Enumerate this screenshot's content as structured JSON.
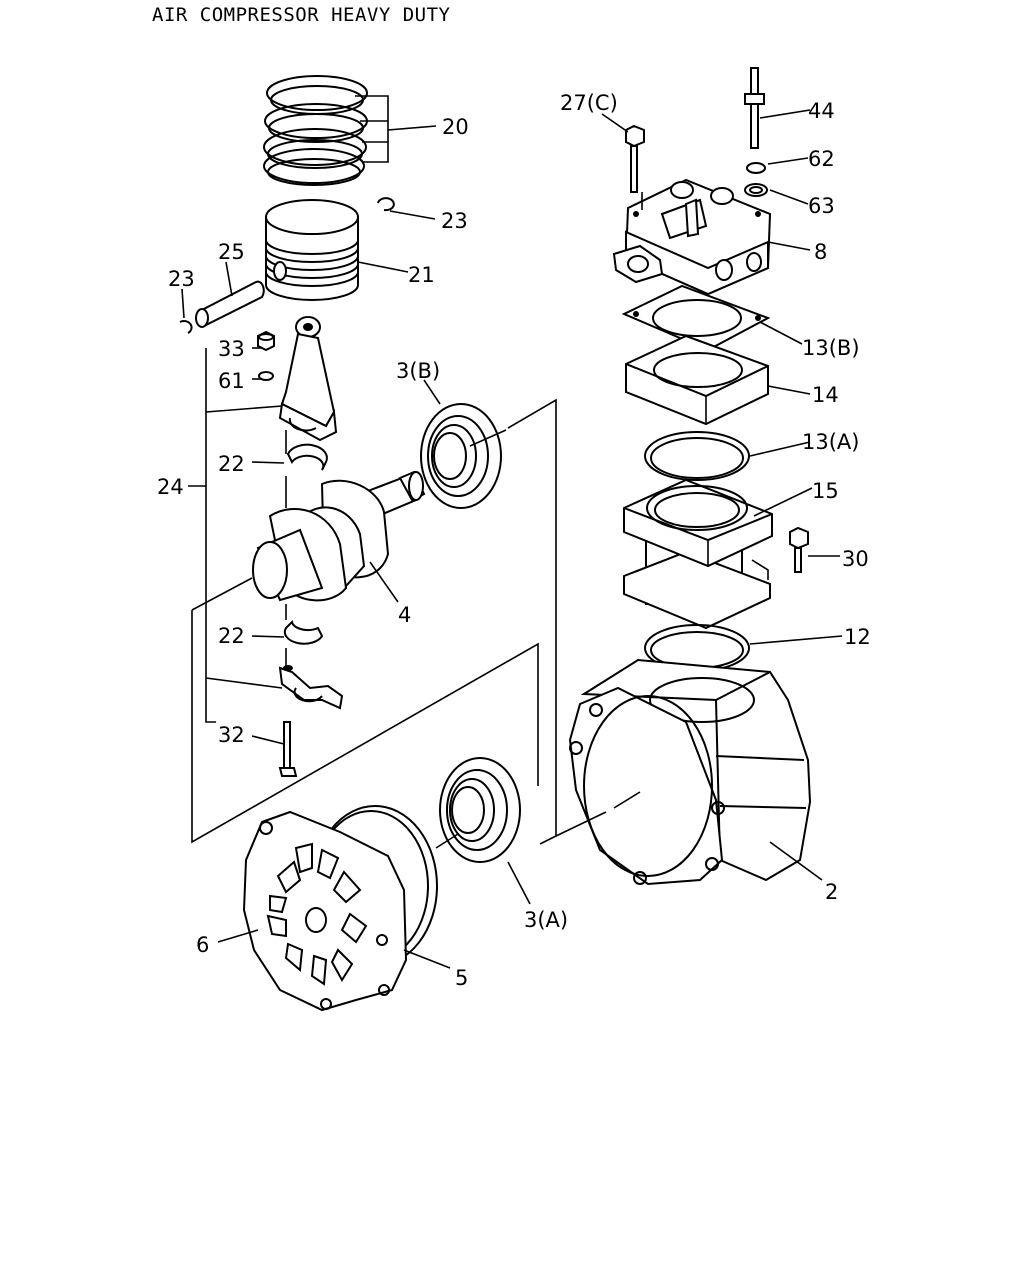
{
  "title": "AIR COMPRESSOR HEAVY DUTY",
  "callouts": {
    "c20": "20",
    "c23a": "23",
    "c21": "21",
    "c25": "25",
    "c23b": "23",
    "c33": "33",
    "c61": "61",
    "c22a": "22",
    "c24": "24",
    "c22b": "22",
    "c32": "32",
    "c4": "4",
    "c3b": "3(B)",
    "c3a": "3(A)",
    "c6": "6",
    "c5": "5",
    "c27c": "27(C)",
    "c44": "44",
    "c62": "62",
    "c63": "63",
    "c8": "8",
    "c13b": "13(B)",
    "c14": "14",
    "c13a": "13(A)",
    "c15": "15",
    "c30": "30",
    "c12": "12",
    "c2": "2"
  }
}
